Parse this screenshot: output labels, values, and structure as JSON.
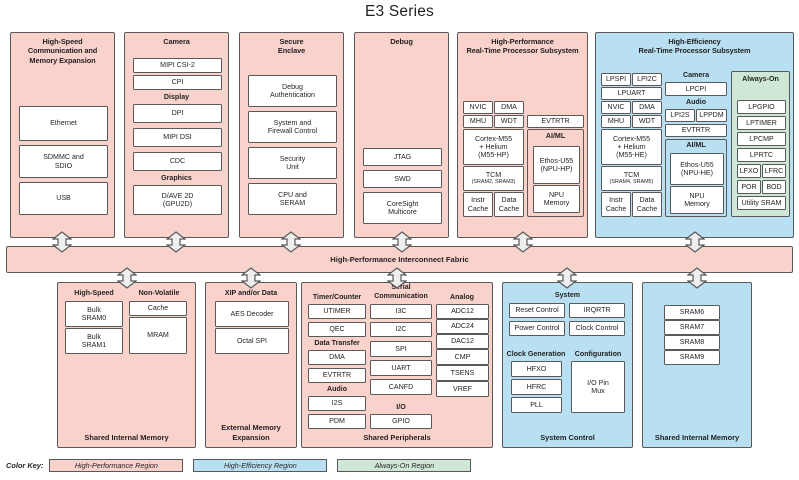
{
  "title": "E3 Series",
  "colors": {
    "high_performance": "#f9d3cb",
    "high_efficiency": "#b9e0f2",
    "always_on": "#cfe8d6",
    "border": "#595959",
    "text": "#231f20"
  },
  "interconnect": {
    "label": "High-Performance Interconnect Fabric"
  },
  "top_row": {
    "comm": {
      "title_line1": "High-Speed",
      "title_line2": "Communication and",
      "title_line3": "Memory Expansion",
      "items": [
        "Ethernet",
        "SDMMC and\nSDIO",
        "USB"
      ]
    },
    "camera_display": {
      "camera_title": "Camera",
      "camera_items": [
        "MIPI CSI-2",
        "CPI"
      ],
      "display_title": "Display",
      "display_items": [
        "DPI",
        "MIPI DSI",
        "CDC"
      ],
      "graphics_title": "Graphics",
      "graphics_items": [
        "D/AVE 2D\n(GPU2D)"
      ]
    },
    "secure_enclave": {
      "title_line1": "Secure",
      "title_line2": "Enclave",
      "items": [
        "Debug\nAuthentication",
        "System and\nFirewall Control",
        "Security\nUnit",
        "CPU and\nSERAM"
      ]
    },
    "debug": {
      "title": "Debug",
      "items": [
        "JTAG",
        "SWD",
        "CoreSight\nMulticore"
      ]
    },
    "hp_rtss": {
      "title_line1": "High-Performance",
      "title_line2": "Real-Time Processor Subsystem",
      "core_small": [
        "NVIC",
        "DMA",
        "MHU",
        "WDT"
      ],
      "core_cpu": "Cortex-M55\n+ Helium\n(M55-HP)",
      "core_tcm_label": "TCM",
      "core_tcm_sub": "(SRAM2, SRAM3)",
      "core_caches": [
        "Instr\nCache",
        "Data\nCache"
      ],
      "evtrtr": "EVTRTR",
      "aiml_title": "AI/ML",
      "aiml_items": [
        "Ethos-U55\n(NPU-HP)",
        "NPU\nMemory"
      ]
    },
    "he_rtss": {
      "title_line1": "High-Efficiency",
      "title_line2": "Real-Time Processor Subsystem",
      "lp_small": [
        "LPSPI",
        "LPI2C"
      ],
      "lpuart": "LPUART",
      "core_small": [
        "NVIC",
        "DMA",
        "MHU",
        "WDT"
      ],
      "core_cpu": "Cortex-M55\n+ Helium\n(M55-HE)",
      "core_tcm_label": "TCM",
      "core_tcm_sub": "(SRAM4, SRAM5)",
      "core_caches": [
        "Instr\nCache",
        "Data\nCache"
      ],
      "camera_title": "Camera",
      "camera_items": [
        "LPCPI"
      ],
      "audio_title": "Audio",
      "audio_items": [
        "LPI2S",
        "LPPDM"
      ],
      "evtrtr": "EVTRTR",
      "aiml_title": "AI/ML",
      "aiml_items": [
        "Ethos-U55\n(NPU-HE)",
        "NPU\nMemory"
      ],
      "always_on_title": "Always-On",
      "always_on_items_wide": [
        "LPGPIO",
        "LPTIMER",
        "LPCMP",
        "LPRTC"
      ],
      "always_on_pairs": [
        [
          "LFXO",
          "LFRC"
        ],
        [
          "POR",
          "BOD"
        ]
      ],
      "always_on_last": "Utility SRAM"
    }
  },
  "bottom_row": {
    "shared_internal_memory_left": {
      "footer": "Shared Internal Memory",
      "hs_title": "High-Speed",
      "hs_items": [
        "Bulk\nSRAM0",
        "Bulk\nSRAM1"
      ],
      "nv_title": "Non-Volatile",
      "nv_items": [
        "Cache",
        "MRAM"
      ]
    },
    "external_memory": {
      "footer_line1": "External Memory",
      "footer_line2": "Expansion",
      "title": "XIP and/or Data",
      "items": [
        "AES Decoder",
        "Octal SPI"
      ]
    },
    "shared_peripherals": {
      "footer": "Shared Peripherals",
      "timer_title": "Timer/Counter",
      "timer_items": [
        "UTIMER",
        "QEC"
      ],
      "datatransfer_title": "Data Transfer",
      "datatransfer_items": [
        "DMA",
        "EVTRTR"
      ],
      "audio_title": "Audio",
      "audio_items": [
        "I2S",
        "PDM"
      ],
      "serial_title_line1": "Serial",
      "serial_title_line2": "Communication",
      "serial_items": [
        "I3C",
        "I2C",
        "SPI",
        "UART",
        "CANFD"
      ],
      "io_title": "I/O",
      "io_items": [
        "GPIO"
      ],
      "analog_title": "Analog",
      "analog_items": [
        "ADC12",
        "ADC24",
        "DAC12",
        "CMP",
        "TSENS",
        "VREF"
      ]
    },
    "system_control": {
      "footer": "System Control",
      "system_title": "System",
      "system_items": [
        "Reset Control",
        "IRQRTR",
        "Power Control",
        "Clock Control"
      ],
      "clockgen_title": "Clock Generation",
      "clockgen_items": [
        "HFXO",
        "HFRC",
        "PLL"
      ],
      "config_title": "Configuration",
      "config_items": [
        "I/O Pin\nMux"
      ]
    },
    "shared_internal_memory_right": {
      "footer": "Shared Internal Memory",
      "items": [
        "SRAM6",
        "SRAM7",
        "SRAM8",
        "SRAM9"
      ]
    }
  },
  "color_key": {
    "label": "Color Key:",
    "entries": [
      {
        "name": "High-Performance Region",
        "color": "#f9d3cb"
      },
      {
        "name": "High-Efficiency Region",
        "color": "#b9e0f2"
      },
      {
        "name": "Always-On Region",
        "color": "#cfe8d6"
      }
    ]
  }
}
